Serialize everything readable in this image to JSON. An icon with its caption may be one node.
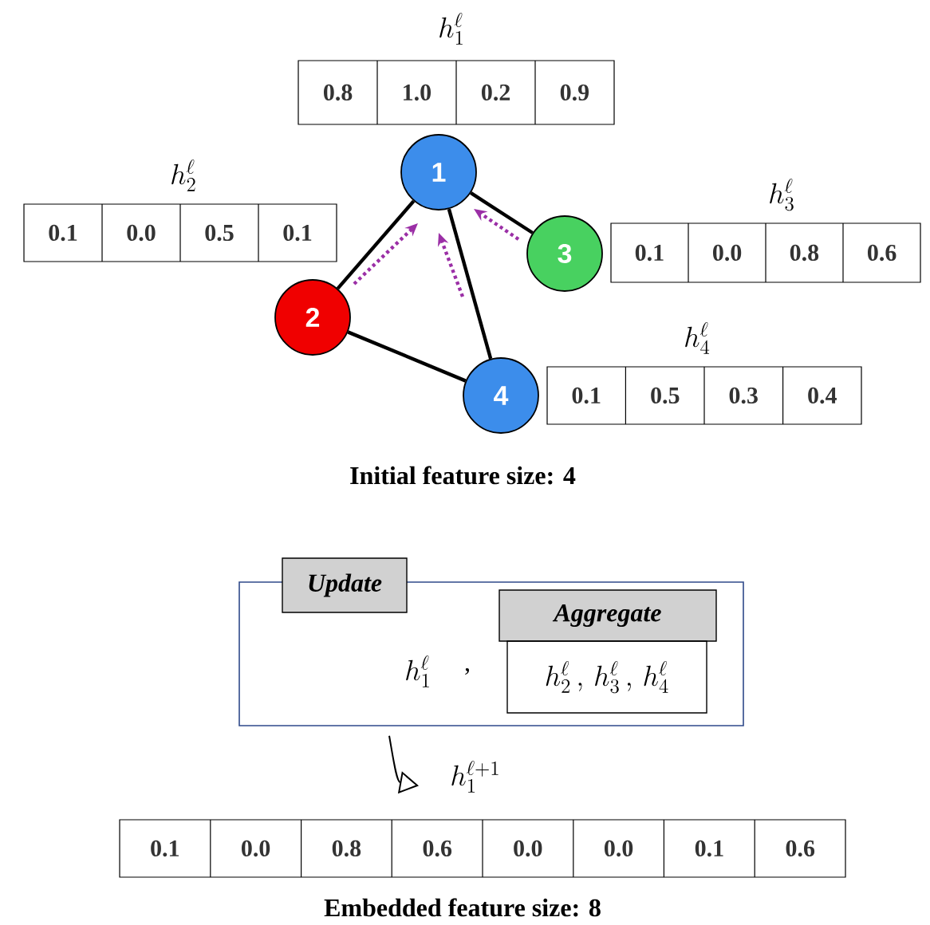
{
  "diagram": {
    "nodes": [
      {
        "text": [
          "1"
        ]
      },
      {
        "text": [
          "2"
        ]
      },
      {
        "text": [
          "3"
        ]
      },
      {
        "text": [
          "4"
        ]
      },
      {
        "text": [
          "h_1^{\\ell}",
          "0.8",
          "1.0",
          "0.2",
          "0.9"
        ]
      },
      {
        "text": [
          "h_2^{\\ell}",
          "0.1",
          "0.0",
          "0.5",
          "0.1"
        ]
      },
      {
        "text": [
          "h_3^{\\ell}",
          "0.1",
          "0.0",
          "0.8",
          "0.6"
        ]
      },
      {
        "text": [
          "h_4^{\\ell}",
          "0.1",
          "0.5",
          "0.3",
          "0.4"
        ]
      },
      {
        "text": [
          "Update",
          "h_1^{\\ell}",
          ","
        ]
      },
      {
        "text": [
          "Aggregate",
          "h_2^{\\ell}\\,,\\, h_3^{\\ell}\\,,\\, h_4^{\\ell}"
        ],
        "in": 8
      },
      {
        "text": [
          "h_1^{\\ell+1}",
          "0.1",
          "0.0",
          "0.8",
          "0.6",
          "0.0",
          "0.0",
          "0.1",
          "0.6"
        ]
      }
    ],
    "edges": [
      {
        "from": 0,
        "to": 1,
        "arrow": "none"
      },
      {
        "from": 0,
        "to": 2,
        "arrow": "none"
      },
      {
        "from": 0,
        "to": 3,
        "arrow": "none"
      },
      {
        "from": 1,
        "to": 3,
        "arrow": "none"
      },
      {
        "from": 1,
        "to": 0,
        "arrow": "to",
        "style": "dashed",
        "color": "#9b2fa6"
      },
      {
        "from": 3,
        "to": 0,
        "arrow": "to",
        "style": "dashed",
        "color": "#9b2fa6"
      },
      {
        "from": 2,
        "to": 0,
        "arrow": "to",
        "style": "dashed",
        "color": "#9b2fa6"
      },
      {
        "from": 8,
        "to": 10,
        "arrow": "to"
      }
    ],
    "labels": [
      "Initial feature size: 4",
      "Embedded feature size: 8"
    ]
  }
}
